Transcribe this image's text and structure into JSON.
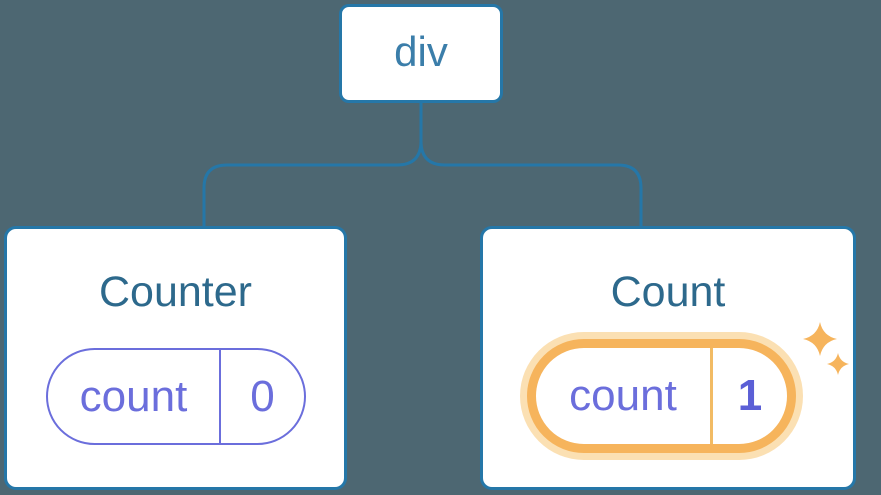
{
  "diagram": {
    "root": {
      "label": "div"
    },
    "children": [
      {
        "title": "Counter",
        "state": {
          "key": "count",
          "value": "0"
        },
        "highlighted": false
      },
      {
        "title": "Count",
        "state": {
          "key": "count",
          "value": "1"
        },
        "highlighted": true
      }
    ]
  },
  "icons": {
    "sparkles": "two four-pointed twinkle stars"
  },
  "colors": {
    "background": "#4D6772",
    "node_background": "#FFFFFF",
    "node_border": "#2577A8",
    "connector_line": "#2577A8",
    "root_label_text": "#3B7EAA",
    "component_title_text": "#2D698C",
    "state_purple": "#6B6EDC",
    "state_value_bold": "#5B5FD6",
    "highlight_orange": "#F6B45C",
    "highlight_glow": "#FBE0B3"
  }
}
